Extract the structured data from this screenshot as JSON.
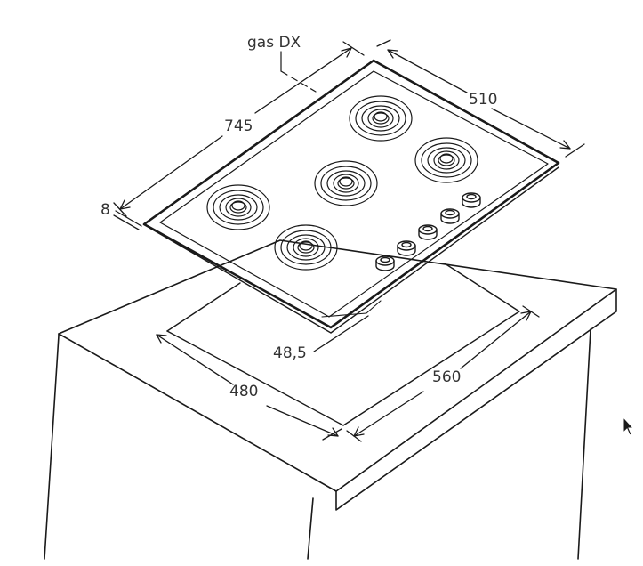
{
  "diagram": {
    "labels": {
      "gas_connection": "gas DX",
      "depth_total": "745",
      "width_total": "510",
      "thickness": "8",
      "cutout_offset": "48,5",
      "cutout_width": "480",
      "cutout_depth": "560"
    },
    "burners": 5,
    "knobs": 5,
    "colors": {
      "stroke": "#1a1a1a",
      "text": "#333333",
      "background": "#ffffff"
    }
  }
}
